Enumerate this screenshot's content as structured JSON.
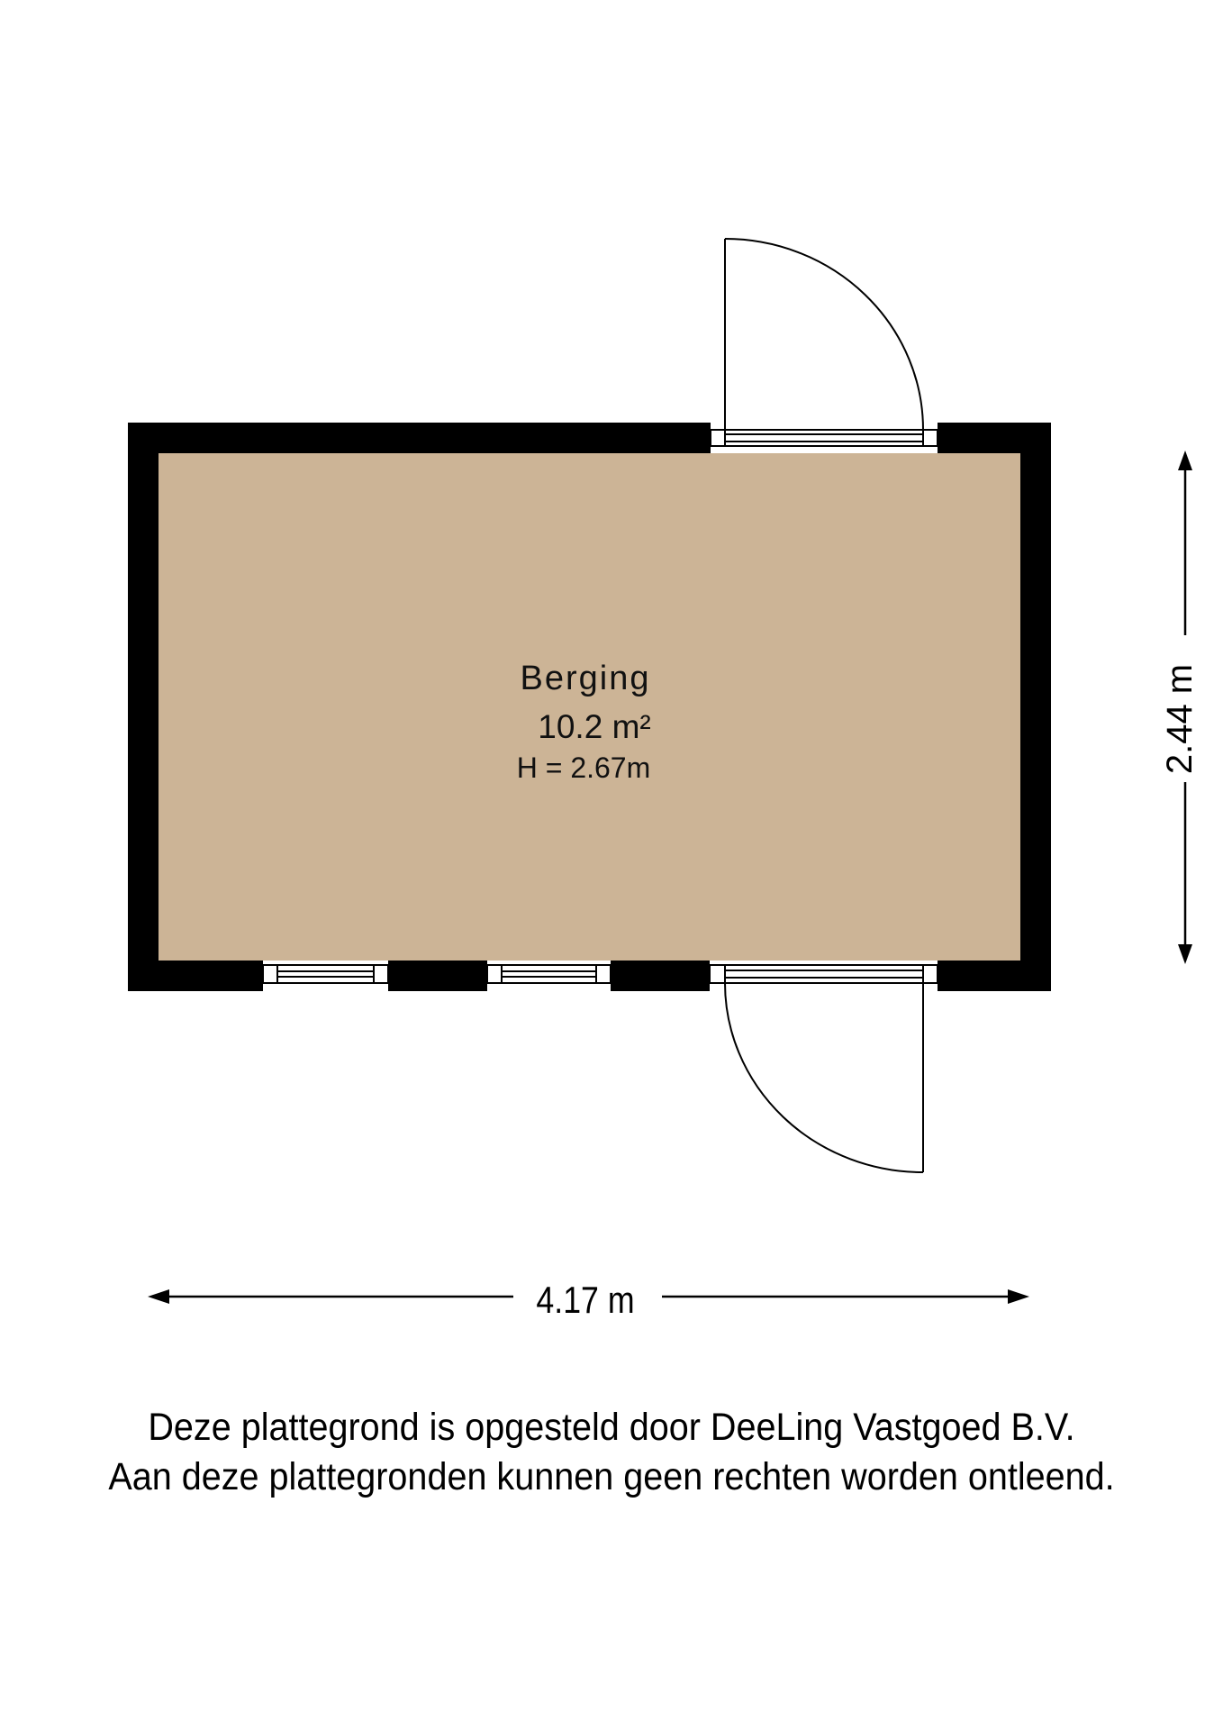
{
  "room": {
    "name": "Berging",
    "area": "10.2 m²",
    "height": "H = 2.67m"
  },
  "dimensions": {
    "width": "4.17 m",
    "depth": "2.44 m"
  },
  "colors": {
    "floor": "#CCB496",
    "wall": "#000000",
    "background": "#FFFFFF"
  },
  "openings": {
    "top_wall": [
      {
        "type": "door",
        "swing": "outward-up",
        "hinge": "left"
      }
    ],
    "bottom_wall": [
      {
        "type": "window"
      },
      {
        "type": "window"
      },
      {
        "type": "door",
        "swing": "outward-down",
        "hinge": "right"
      }
    ]
  },
  "footer": {
    "line1": "Deze plattegrond is opgesteld door DeeLing Vastgoed B.V.",
    "line2": "Aan deze plattegronden kunnen geen rechten worden ontleend."
  }
}
